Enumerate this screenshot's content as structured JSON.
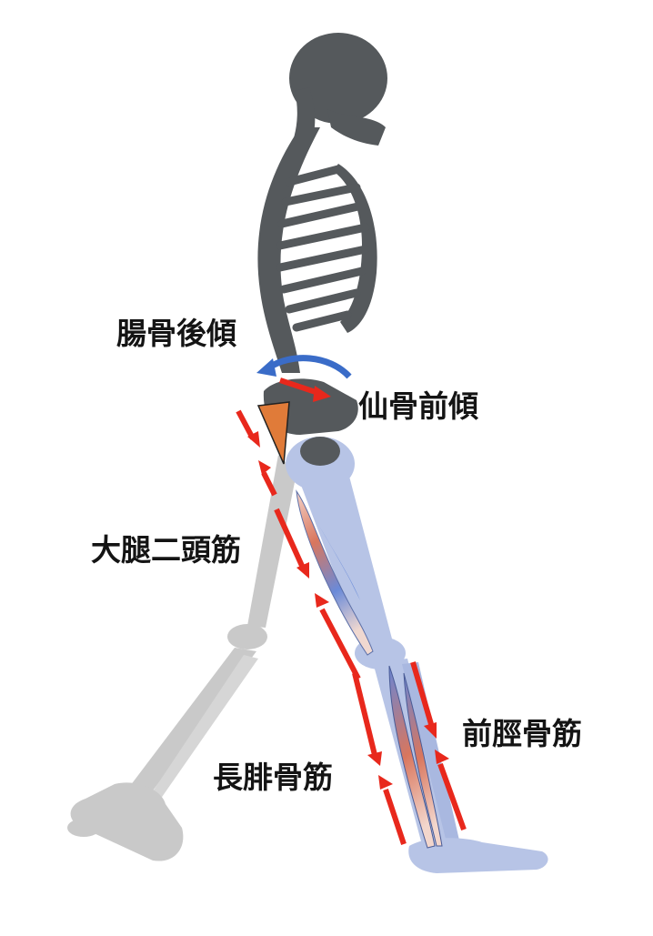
{
  "labels": {
    "ilium_posterior_tilt": "腸骨後傾",
    "sacrum_anterior_tilt": "仙骨前傾",
    "biceps_femoris": "大腿二頭筋",
    "tibialis_anterior": "前脛骨筋",
    "peroneus_longus": "長腓骨筋"
  },
  "colors": {
    "bone_dark": "#55595c",
    "bone_light": "#c9c9c9",
    "bone_blue": "#b7c4e6",
    "arrow_red": "#e8281c",
    "arrow_blue": "#3a6cc8",
    "marker_orange": "#e07b39",
    "muscle_red": "#d8735a",
    "muscle_blue": "#5a7fd6"
  }
}
